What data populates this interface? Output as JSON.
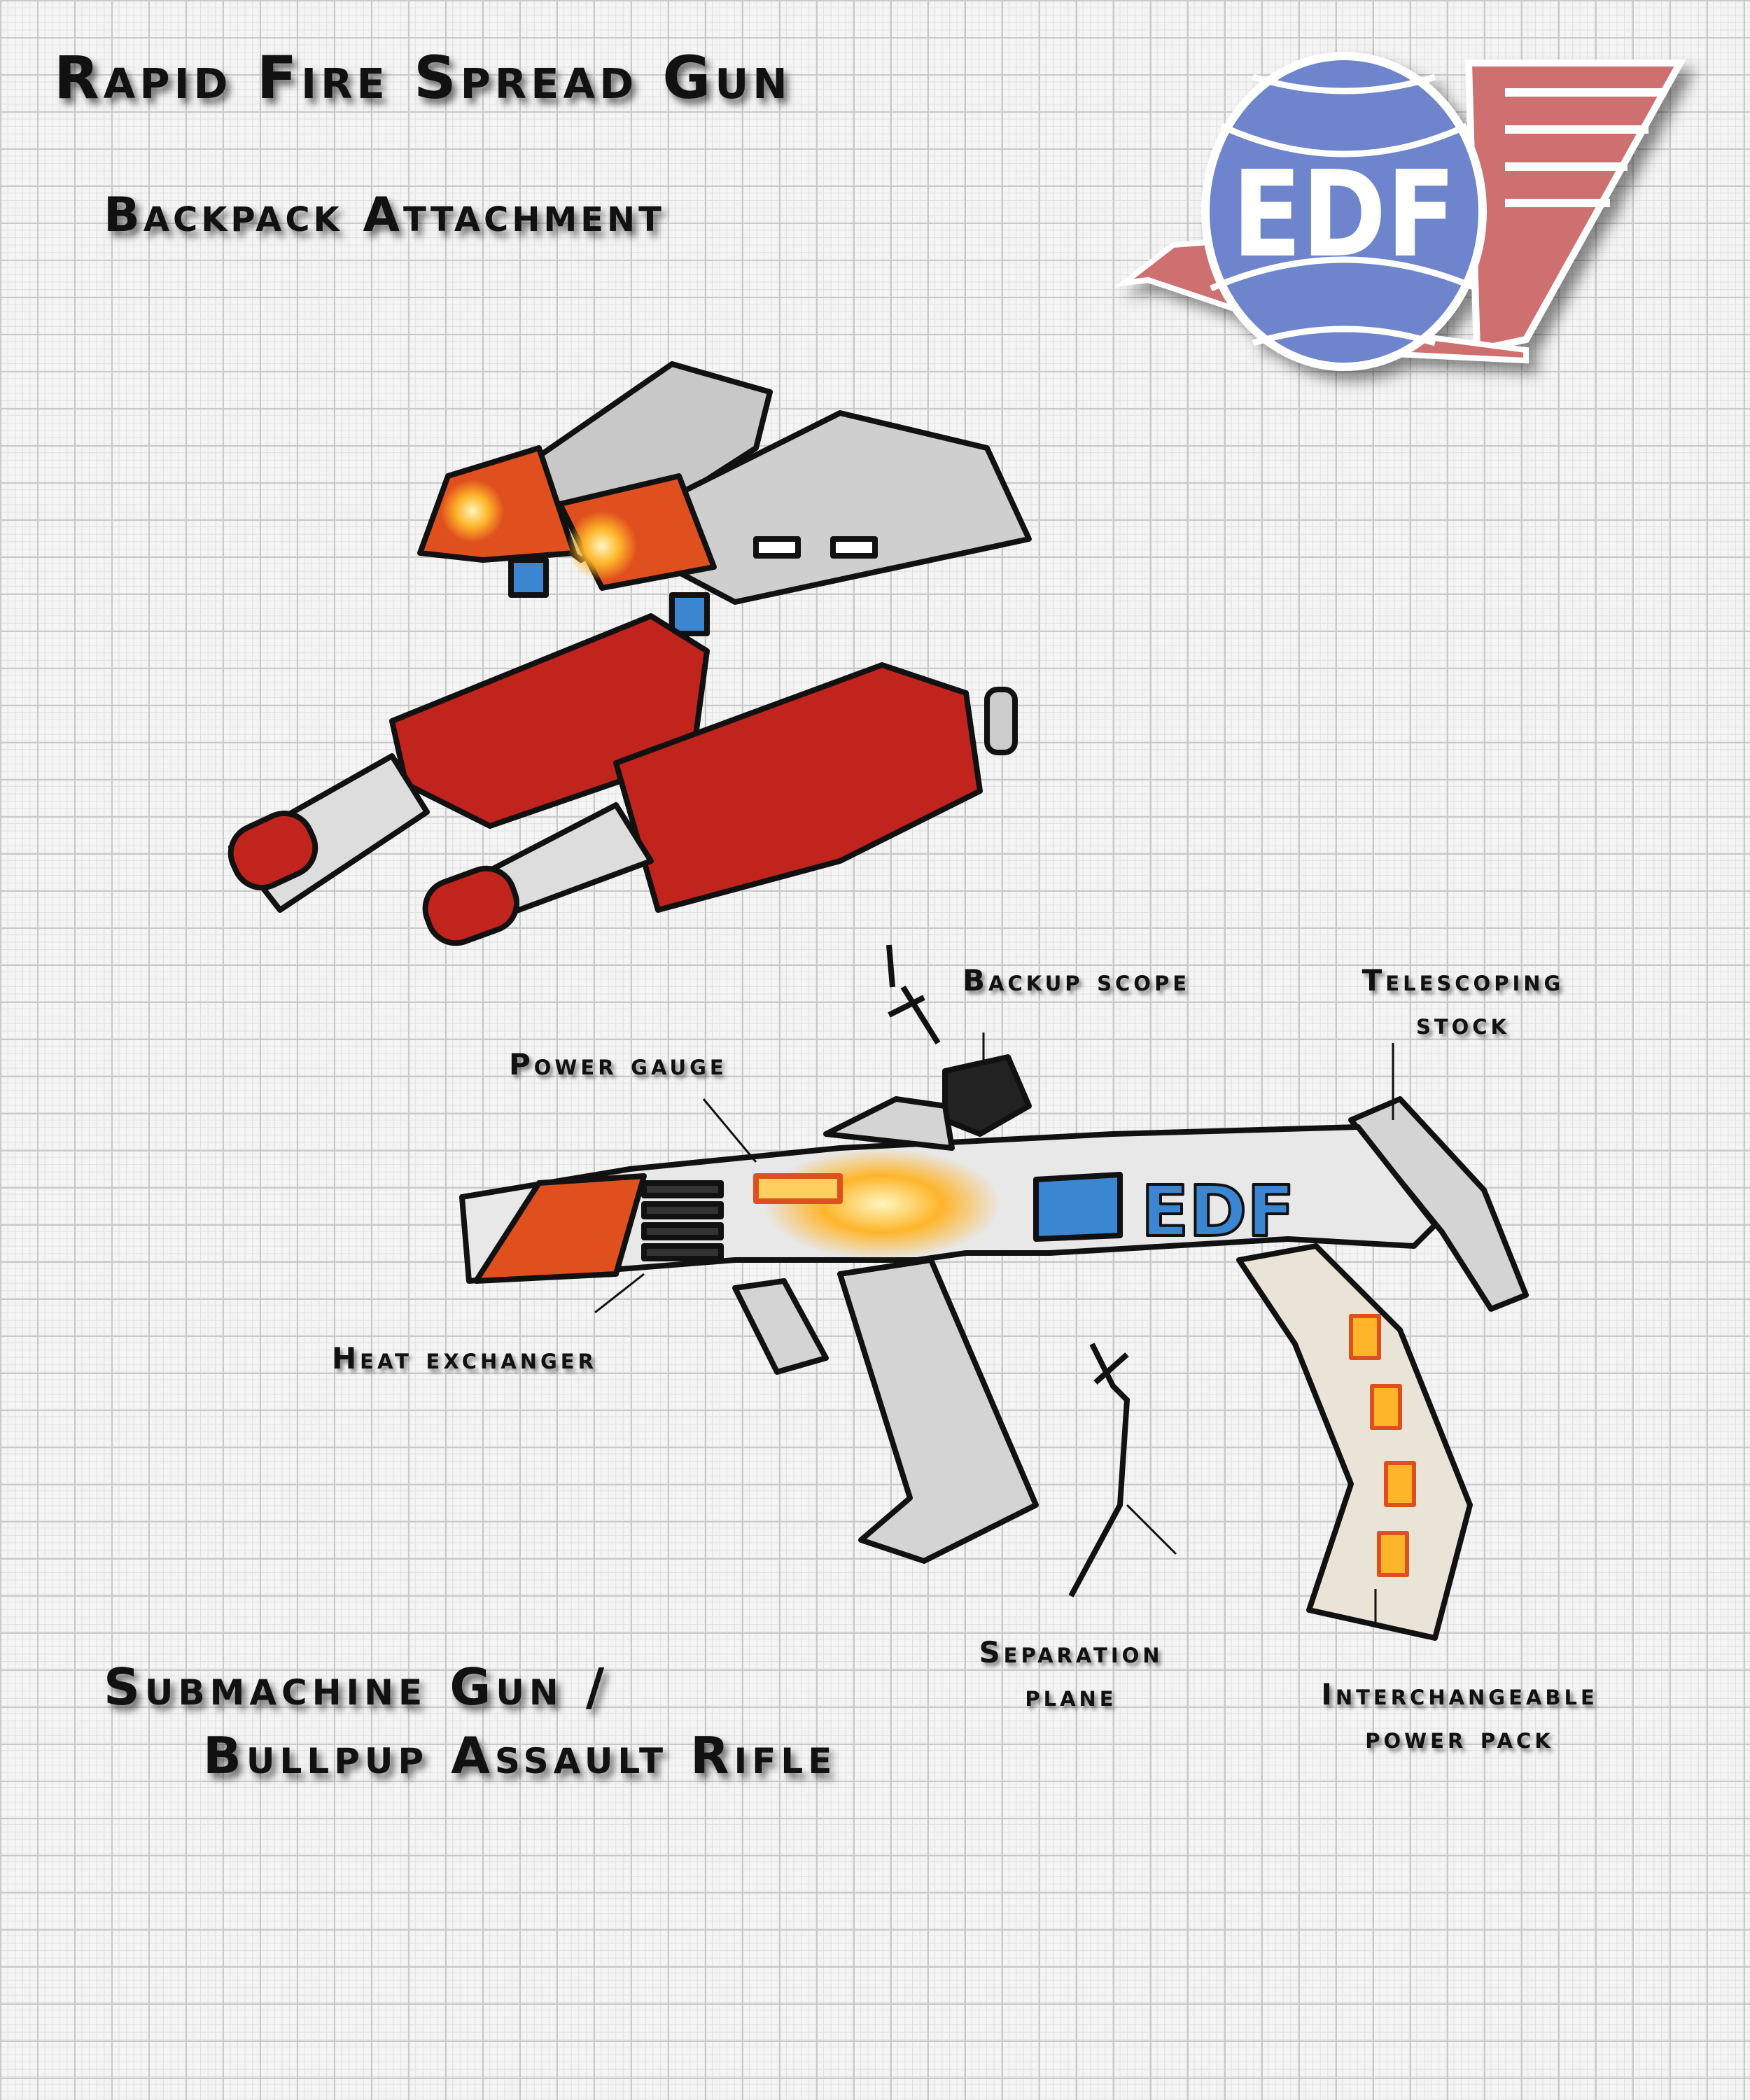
{
  "title": "Rapid Fire Spread Gun",
  "subtitle_backpack": "Backpack Attachment",
  "subtitle_rifle_line1": "Submachine Gun /",
  "subtitle_rifle_line2": "Bullpup Assault Rifle",
  "logo": {
    "text": "EDF",
    "globe_color": "#6e84cc",
    "wing_color": "#cf6f70"
  },
  "rifle_side_marking": "EDF",
  "callouts": {
    "backup_scope": "Backup scope",
    "telescoping_stock_1": "Telescoping",
    "telescoping_stock_2": "stock",
    "power_gauge": "Power gauge",
    "heat_exchanger": "Heat exchanger",
    "separation_plane_1": "Separation",
    "separation_plane_2": "plane",
    "power_pack_1": "Interchangeable",
    "power_pack_2": "power pack"
  },
  "colors": {
    "red": "#c0241c",
    "orange": "#e0501e",
    "blue": "#3a86d0",
    "glow": "#ffb52a",
    "metal": "#d4d4d4"
  }
}
